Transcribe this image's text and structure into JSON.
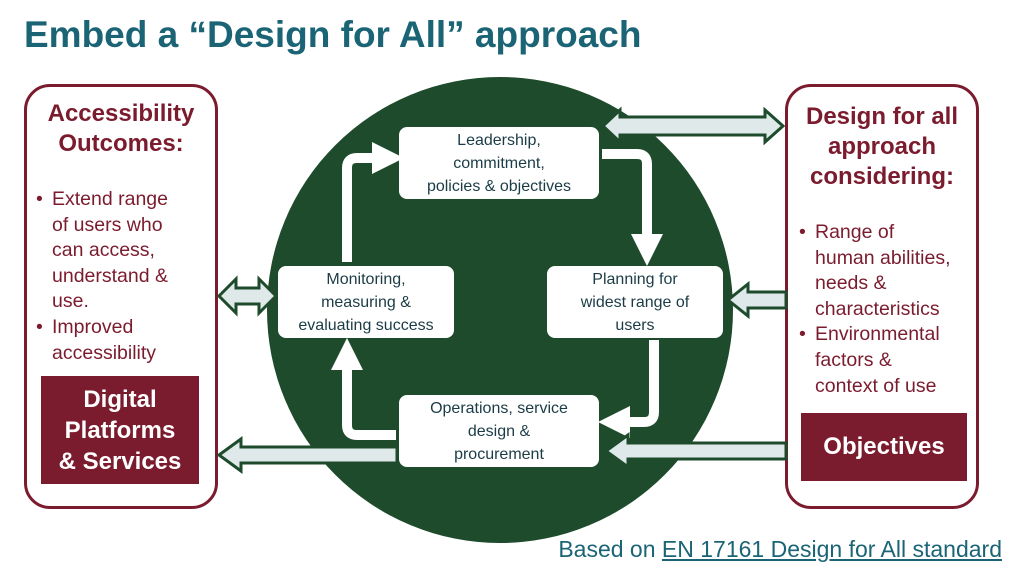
{
  "title": "Embed a “Design for All” approach",
  "left_panel": {
    "heading_line1": "Accessibility",
    "heading_line2": "Outcomes:",
    "bullets": [
      [
        "Extend range",
        "of users who",
        "can access,",
        "understand &",
        "use."
      ],
      [
        "Improved",
        "accessibility"
      ]
    ],
    "box_lines": [
      "Digital",
      "Platforms",
      "& Services"
    ]
  },
  "right_panel": {
    "heading_lines": [
      "Design for all",
      "approach",
      "considering:"
    ],
    "bullets": [
      [
        "Range of",
        "human abilities,",
        "needs &",
        "characteristics"
      ],
      [
        "Environmental",
        "factors &",
        "context of use"
      ]
    ],
    "box_label": "Objectives"
  },
  "cycle": {
    "top": [
      "Leadership,",
      "commitment,",
      "policies & objectives"
    ],
    "right": [
      "Planning for",
      "widest range of",
      "users"
    ],
    "bottom": [
      "Operations, service",
      "design &",
      "procurement"
    ],
    "left": [
      "Monitoring,",
      "measuring &",
      "evaluating success"
    ]
  },
  "footer": {
    "prefix": "Based on ",
    "link_text": "EN 17161 Design for All standard"
  },
  "colors": {
    "title": "#1b6475",
    "maroon": "#7b1b2e",
    "circle": "#1d4b2b",
    "arrow_fill": "#dfe9ea"
  }
}
